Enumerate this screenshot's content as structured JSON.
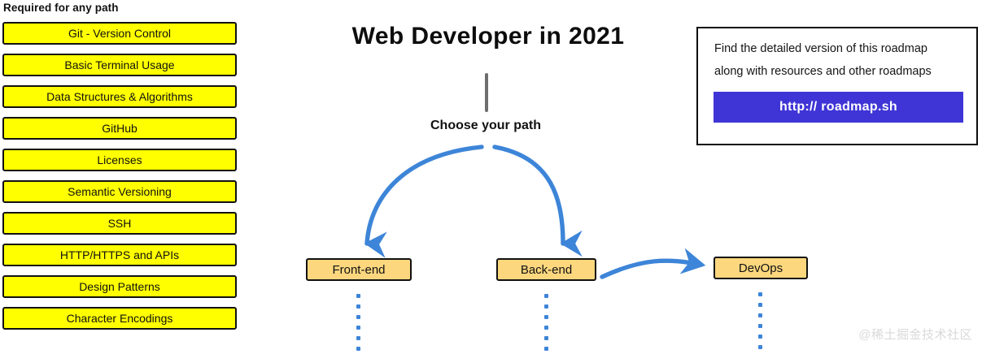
{
  "left_column": {
    "heading": "Required for any path",
    "items": [
      {
        "label": "Git - Version Control"
      },
      {
        "label": "Basic Terminal Usage"
      },
      {
        "label": "Data Structures & Algorithms"
      },
      {
        "label": "GitHub"
      },
      {
        "label": "Licenses"
      },
      {
        "label": "Semantic Versioning"
      },
      {
        "label": "SSH"
      },
      {
        "label": "HTTP/HTTPS and APIs"
      },
      {
        "label": "Design Patterns"
      },
      {
        "label": "Character Encodings"
      }
    ]
  },
  "center": {
    "title": "Web Developer in 2021",
    "choose_path_label": "Choose your path",
    "paths": [
      {
        "label": "Front-end"
      },
      {
        "label": "Back-end"
      },
      {
        "label": "DevOps"
      }
    ]
  },
  "roadmap_card": {
    "line_1": "Find the detailed version of this roadmap",
    "line_2": "along with resources and other roadmaps",
    "button_label": "http:// roadmap.sh"
  },
  "watermark": {
    "text": "@稀土掘金技术社区"
  },
  "colors": {
    "required_box_fill": "#ffff00",
    "path_box_fill": "#fcd77e",
    "arrow_blue": "#3d85d8",
    "link_button": "#3f35d6",
    "outline": "#111111",
    "stem_gray": "#6e6e6e",
    "watermark_gray": "#d9d9d9"
  }
}
